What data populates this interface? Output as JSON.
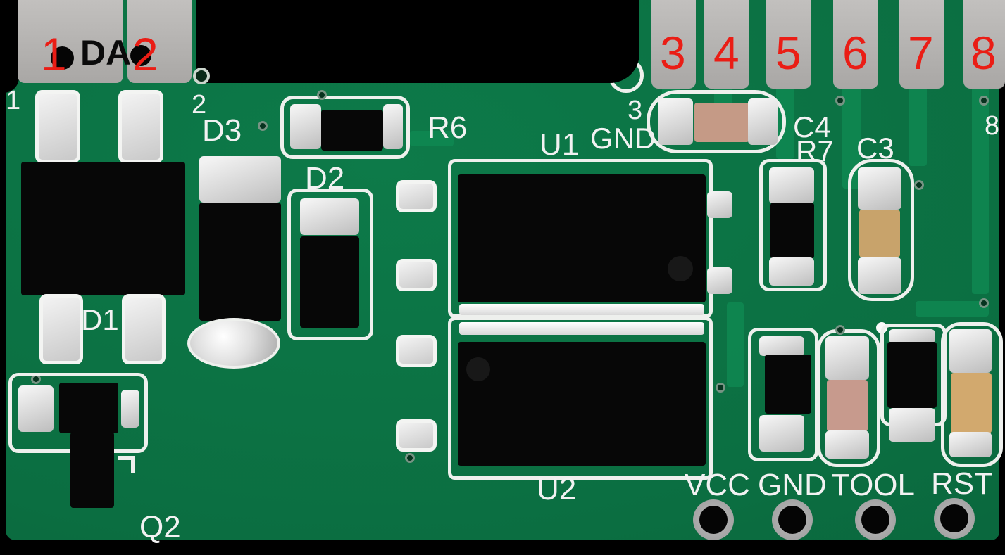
{
  "annotation_pins_red": [
    "1",
    "2",
    "3",
    "4",
    "5",
    "6",
    "7",
    "8"
  ],
  "pad_label_da": "DA",
  "silkscreen_pin_numbers": {
    "p1": "1",
    "p2": "2",
    "p3": "3",
    "p8": "8"
  },
  "component_labels": {
    "d1": "D1",
    "d2": "D2",
    "d3": "D3",
    "q2": "Q2",
    "r6": "R6",
    "r7": "R7",
    "c3": "C3",
    "c4": "C4",
    "u1": "U1",
    "u2": "U2",
    "gnd_top": "GND"
  },
  "programming_header": {
    "vcc": "VCC",
    "gnd": "GND",
    "tool": "TOOL",
    "rst": "RST"
  },
  "colors": {
    "board_green": "#0b6e41",
    "trace_green": "#0f8a52",
    "pad_gray": "#b4b2b0",
    "silkscreen_white": "#f2f2f2",
    "annotation_red": "#ea1d15",
    "component_black": "#070707",
    "solder_silver": "#dedede",
    "capacitor_tan": "#c59a86",
    "capacitor_yellow": "#d2a96e",
    "background": "#000000"
  }
}
